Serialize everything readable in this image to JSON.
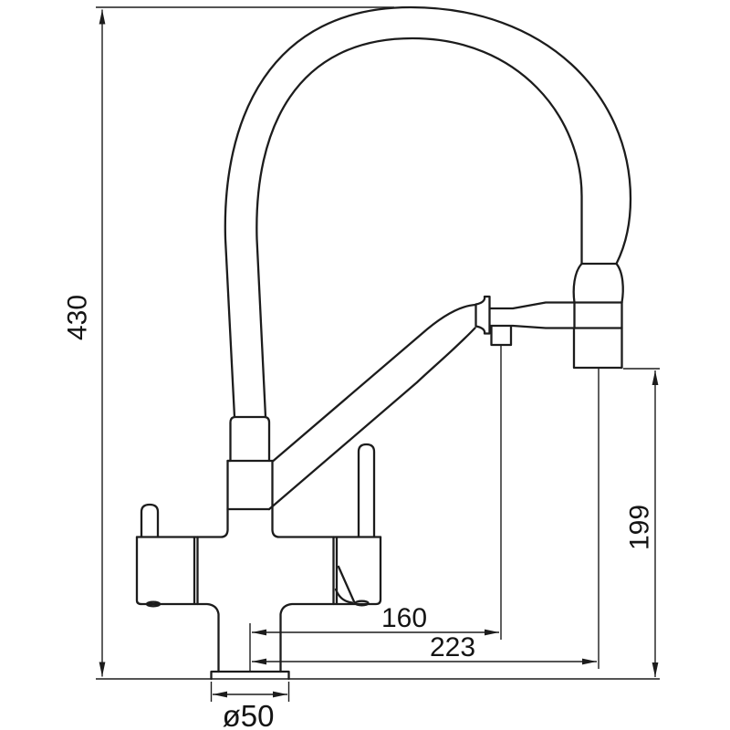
{
  "drawing": {
    "type": "technical-dimension-drawing",
    "subject": "kitchen faucet with flexible spring spout, two levers and pull-out spray head",
    "background_color": "#ffffff",
    "line_color": "#1c1c1c",
    "dimensions": {
      "overall_height": {
        "label": "430",
        "orientation": "vertical",
        "side": "left"
      },
      "spray_outlet_height": {
        "label": "199",
        "orientation": "vertical",
        "side": "right"
      },
      "spout_reach": {
        "label": "160",
        "orientation": "horizontal"
      },
      "spray_reach": {
        "label": "223",
        "orientation": "horizontal"
      },
      "base_diameter": {
        "label": "ø50",
        "orientation": "horizontal",
        "position": "bottom"
      }
    }
  }
}
